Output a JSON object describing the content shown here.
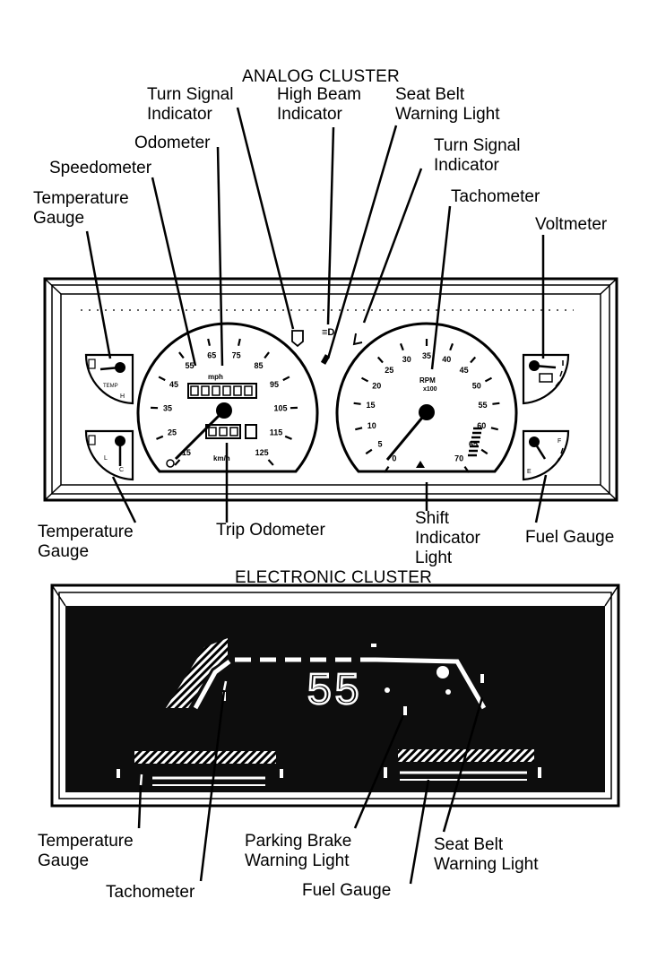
{
  "analog": {
    "title": "ANALOG CLUSTER",
    "labels": {
      "turn_signal_left": [
        "Turn Signal",
        "Indicator"
      ],
      "high_beam": [
        "High Beam",
        "Indicator"
      ],
      "seat_belt": [
        "Seat Belt",
        "Warning Light"
      ],
      "odometer": [
        "Odometer"
      ],
      "turn_signal_right": [
        "Turn Signal",
        "Indicator"
      ],
      "speedometer": [
        "Speedometer"
      ],
      "tachometer": [
        "Tachometer"
      ],
      "temp_gauge_top": [
        "Temperature",
        "Gauge"
      ],
      "voltmeter": [
        "Voltmeter"
      ],
      "temp_gauge_bottom": [
        "Temperature",
        "Gauge"
      ],
      "trip_odometer": [
        "Trip Odometer"
      ],
      "shift_indicator": [
        "Shift",
        "Indicator",
        "Light"
      ],
      "fuel_gauge": [
        "Fuel Gauge"
      ]
    },
    "speedometer_ticks": [
      "15",
      "25",
      "35",
      "45",
      "55",
      "65",
      "75",
      "85",
      "95",
      "105",
      "115",
      "125"
    ],
    "tachometer_ticks": [
      "0",
      "5",
      "10",
      "15",
      "20",
      "25",
      "30",
      "35",
      "40",
      "45",
      "50",
      "55",
      "60",
      "65",
      "70"
    ],
    "tach_units": [
      "RPM",
      "x100"
    ],
    "speedo_units": "mph",
    "speedo_sub_units": "km/h"
  },
  "electronic": {
    "title": "ELECTRONIC CLUSTER",
    "speed_display": "55",
    "labels": {
      "temp_gauge": [
        "Temperature",
        "Gauge"
      ],
      "parking_brake": [
        "Parking Brake",
        "Warning Light"
      ],
      "seat_belt": [
        "Seat Belt",
        "Warning Light"
      ],
      "tachometer": [
        "Tachometer"
      ],
      "fuel_gauge": [
        "Fuel Gauge"
      ]
    }
  },
  "colors": {
    "ink": "#000000",
    "paper": "#ffffff",
    "screen": "#0d0d0d"
  }
}
